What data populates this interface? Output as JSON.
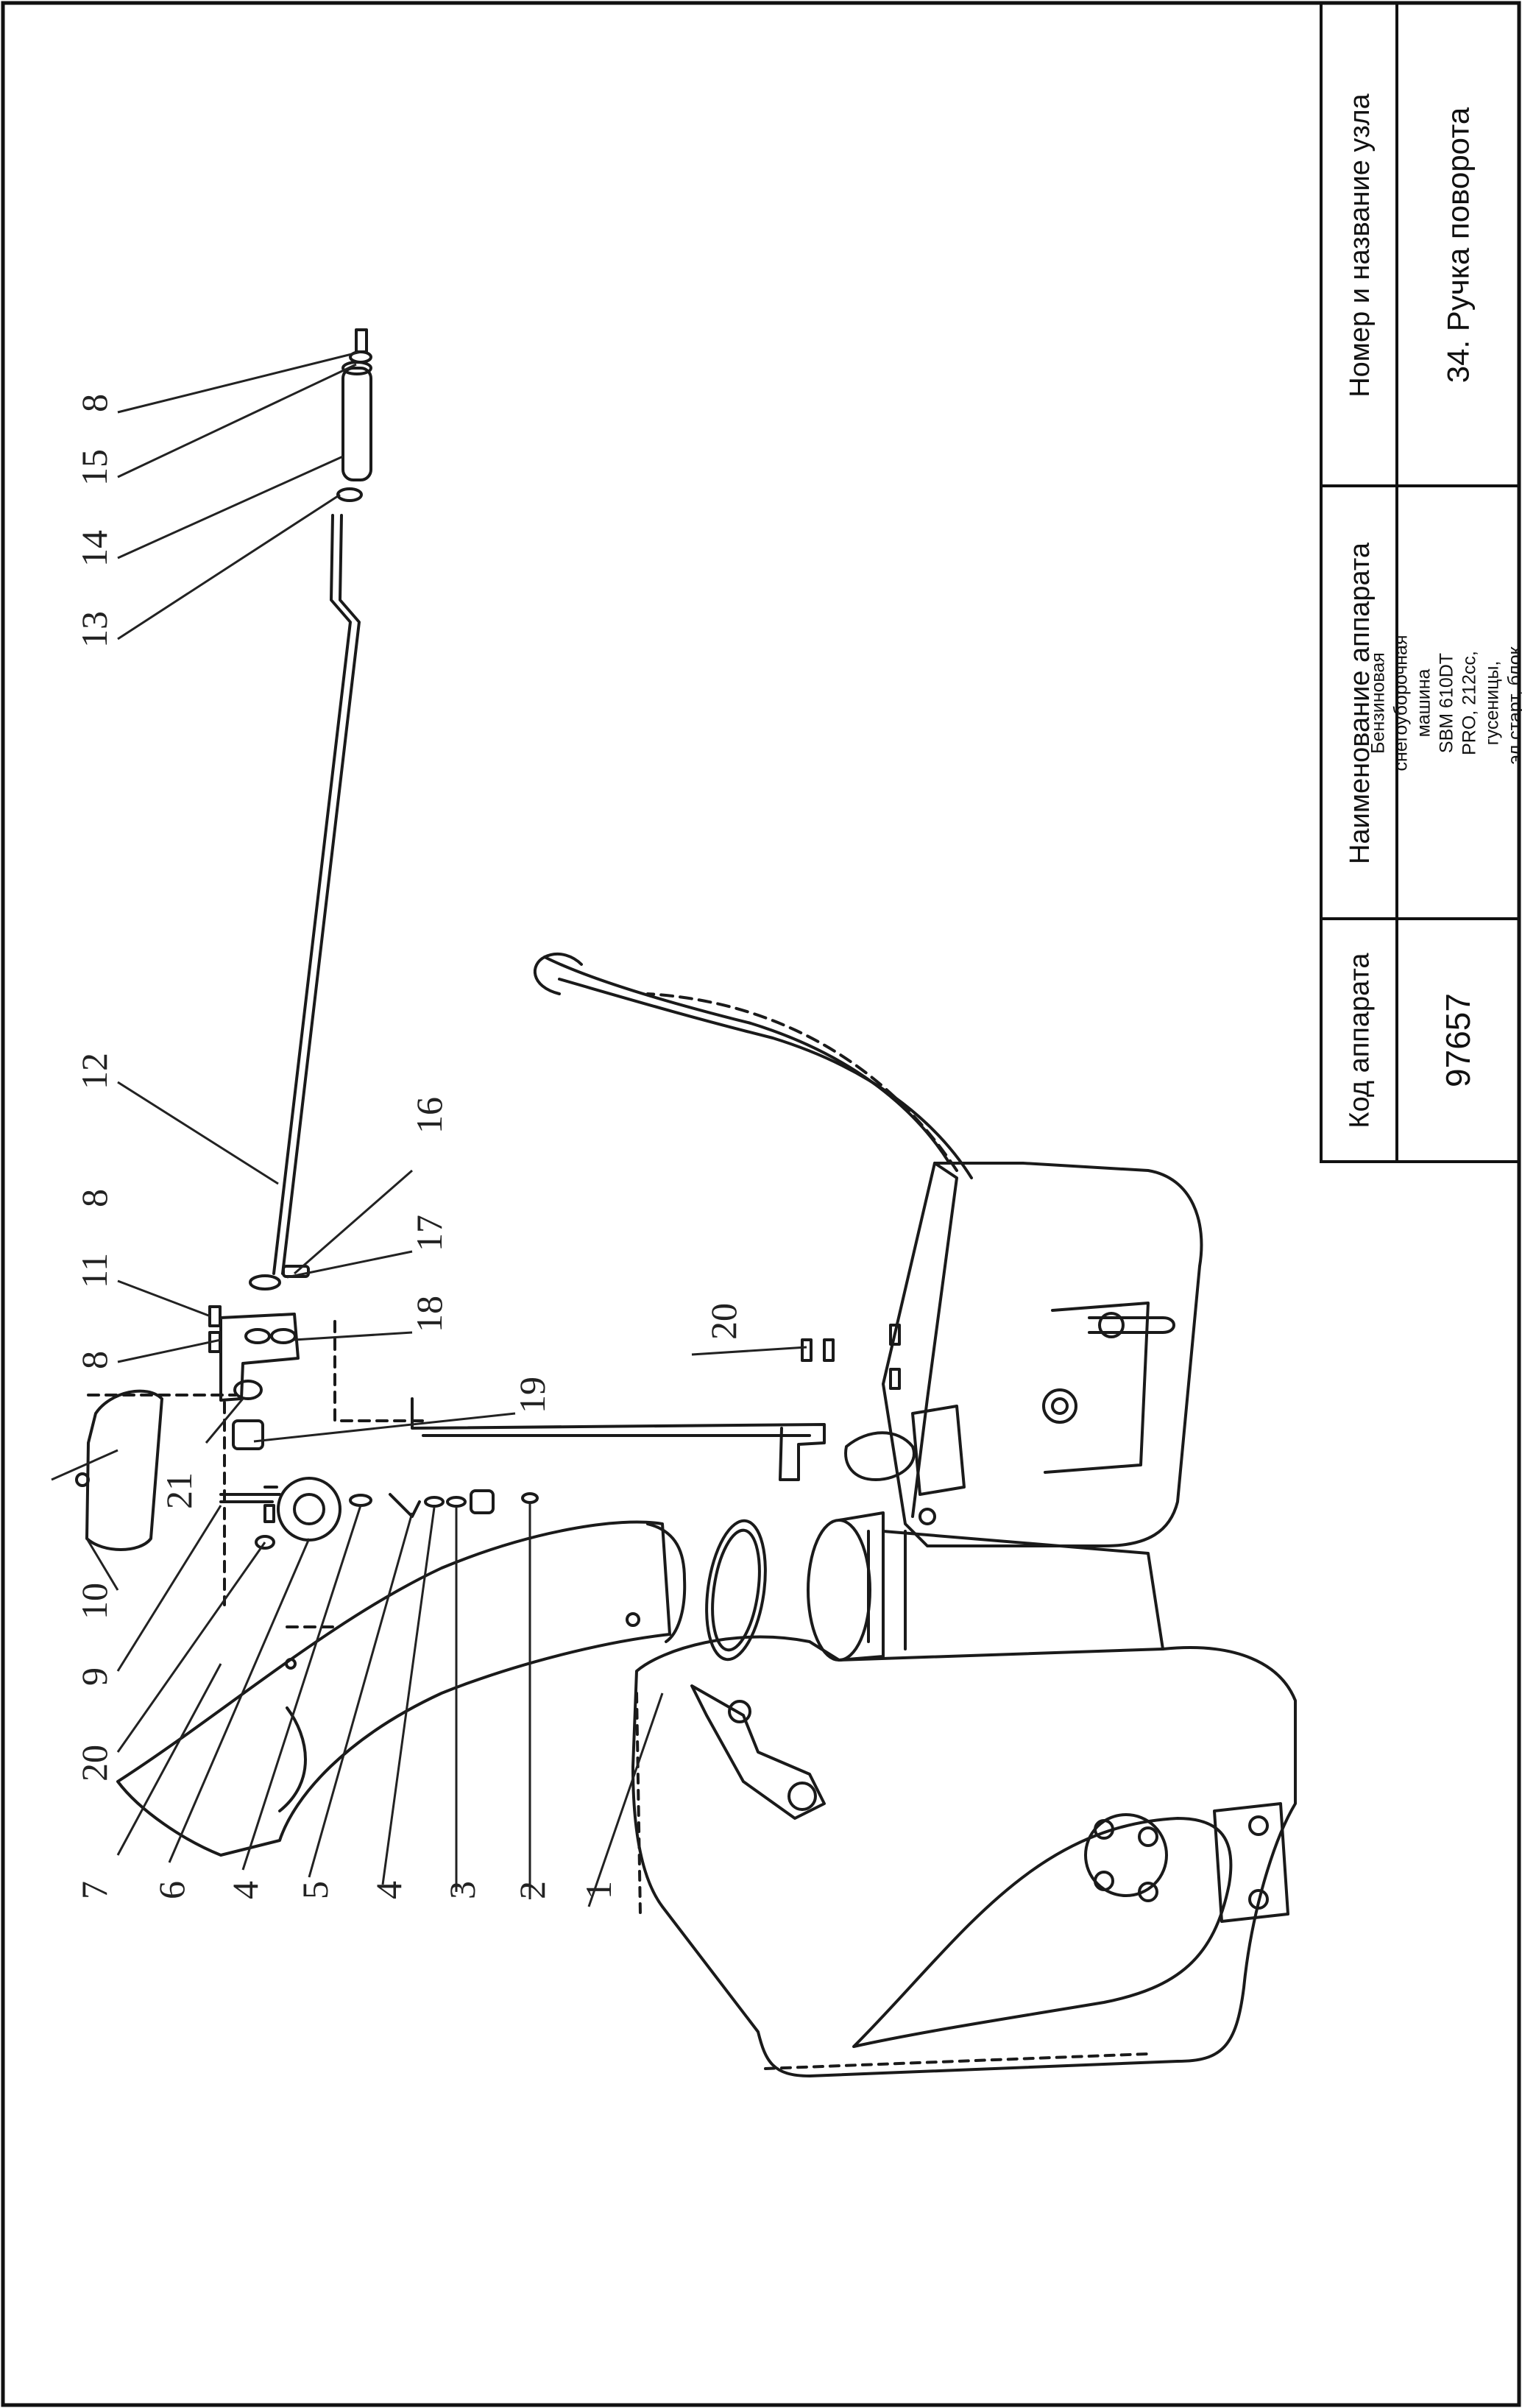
{
  "title_block": {
    "code_header": "Код аппарата",
    "code_value": "97657",
    "name_header": "Наименование аппарата",
    "name_value_lines": [
      "Бензиновая снегоуборочная машина",
      "SBM 610DT PRO, 212cc, гусеницы,",
      "эл.старт, блок. дифф.// Denzel"
    ],
    "unit_header": "Номер и название узла",
    "unit_value": "34. Ручка поворота"
  },
  "callouts": [
    "8",
    "15",
    "14",
    "13",
    "12",
    "16",
    "17",
    "18",
    "19",
    "11",
    "8",
    "8",
    "21",
    "10",
    "9",
    "20",
    "20",
    "7",
    "6",
    "4",
    "5",
    "4",
    "3",
    "2",
    "1"
  ],
  "colors": {
    "line": "#1a1a1a",
    "background": "#ffffff"
  }
}
